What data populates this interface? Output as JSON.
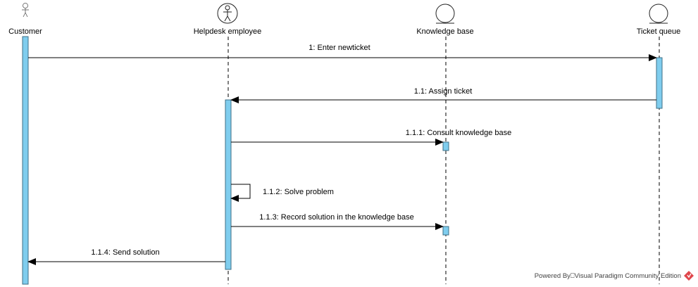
{
  "lifelines": {
    "customer": "Customer",
    "helpdesk": "Helpdesk employee",
    "knowledge": "Knowledge base",
    "ticket": "Ticket queue"
  },
  "messages": {
    "m1": "1: Enter newticket",
    "m11": "1.1: Assign ticket",
    "m111": "1.1.1: Consult knowledge base",
    "m112": "1.1.2: Solve problem",
    "m113": "1.1.3: Record solution in the knowledge base",
    "m114": "1.1.4: Send solution"
  },
  "watermark": {
    "text": "Powered By⎕Visual Paradigm Community Edition"
  },
  "colors": {
    "activation": "#7fcdee",
    "activation_stroke": "#3f6f85",
    "line": "#000000",
    "watermark": "#444444",
    "logo": "#e0474c"
  }
}
